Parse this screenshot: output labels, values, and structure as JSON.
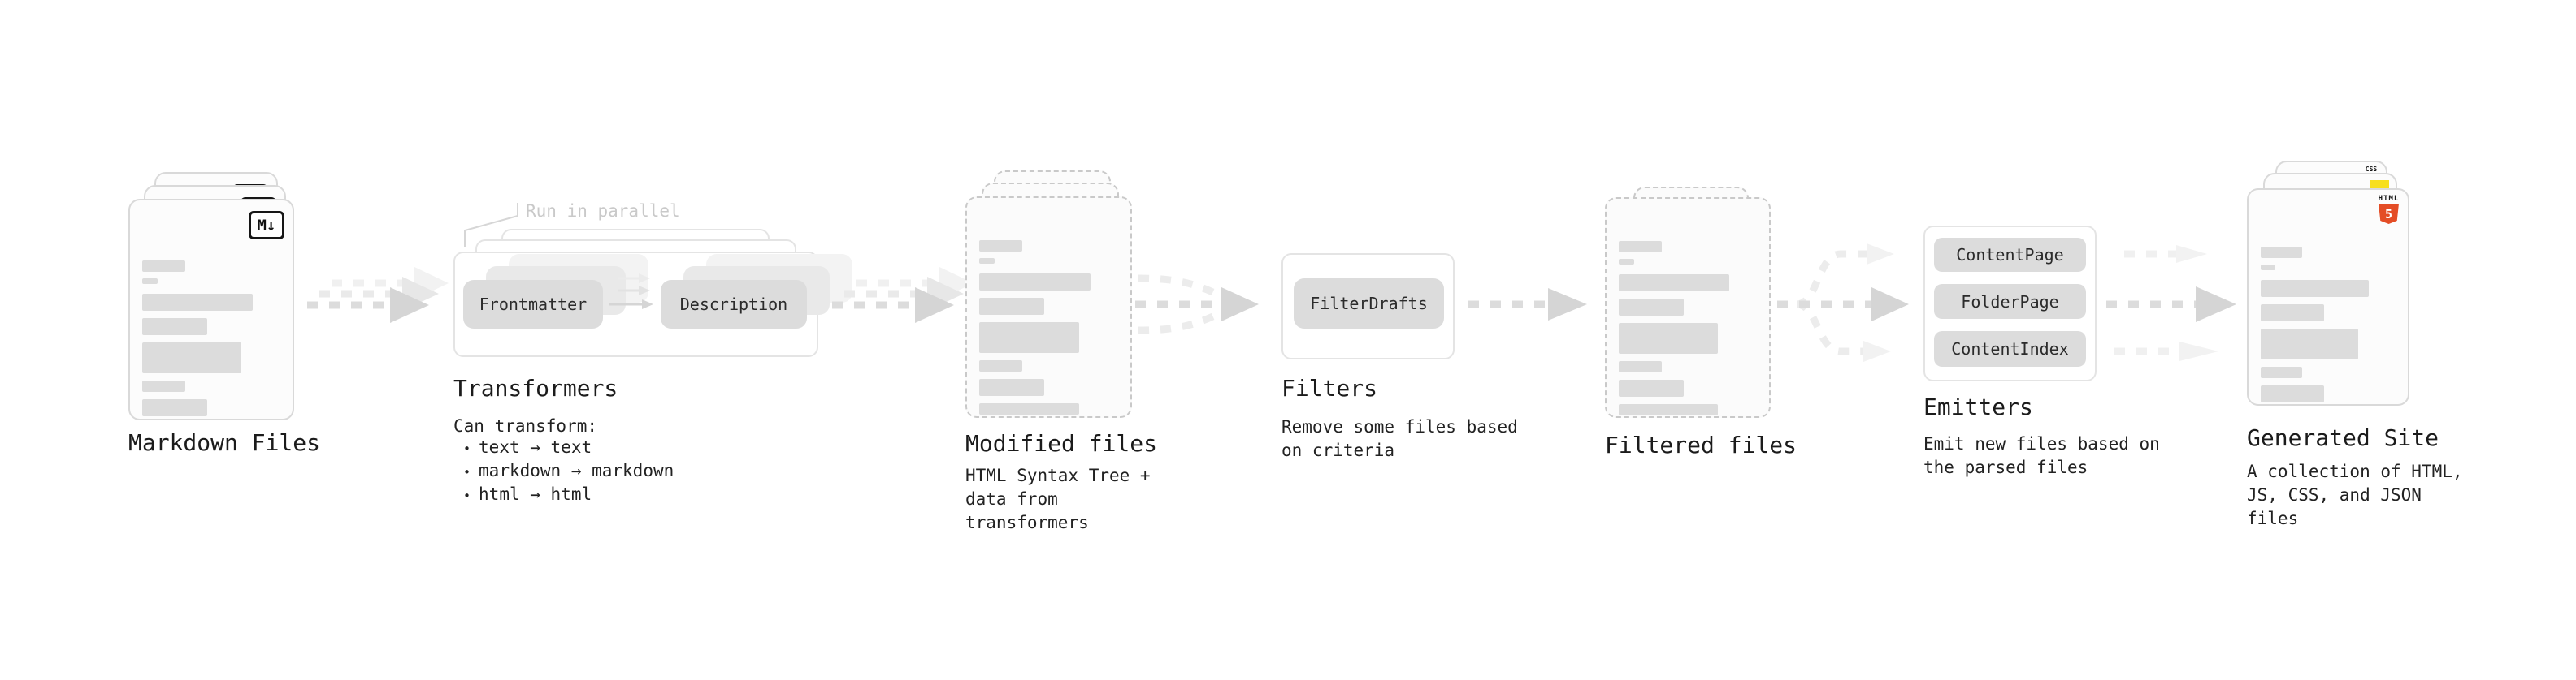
{
  "ui": {
    "bullet": "•"
  },
  "colors": {
    "html5_orange": "#e44d26",
    "js_yellow": "#f7df1e",
    "css_blue": "#2965f1",
    "text_dark": "#1b1b1b",
    "annotation_gray": "#c9c9c9",
    "pill_gray": "#dcdcdc"
  },
  "stages": {
    "markdown_files": {
      "title": "Markdown Files",
      "badge": "M↓"
    },
    "transformers": {
      "title": "Transformers",
      "annotation": "Run in parallel",
      "pills": [
        "Frontmatter",
        "Description"
      ],
      "subtitle": "Can transform:",
      "bullets": [
        "text → text",
        "markdown → markdown",
        "html → html"
      ]
    },
    "modified_files": {
      "title": "Modified files",
      "subtitle": "HTML Syntax Tree +\ndata from transformers"
    },
    "filters": {
      "title": "Filters",
      "pills": [
        "FilterDrafts"
      ],
      "subtitle": "Remove some files based\non criteria"
    },
    "filtered_files": {
      "title": "Filtered files"
    },
    "emitters": {
      "title": "Emitters",
      "pills": [
        "ContentPage",
        "FolderPage",
        "ContentIndex"
      ],
      "subtitle": "Emit new files based on\nthe parsed files"
    },
    "generated_site": {
      "title": "Generated Site",
      "subtitle": "A collection of HTML,\nJS, CSS, and JSON files",
      "badges": {
        "css": "CSS",
        "html": "HTML",
        "html_number": "5"
      }
    }
  }
}
